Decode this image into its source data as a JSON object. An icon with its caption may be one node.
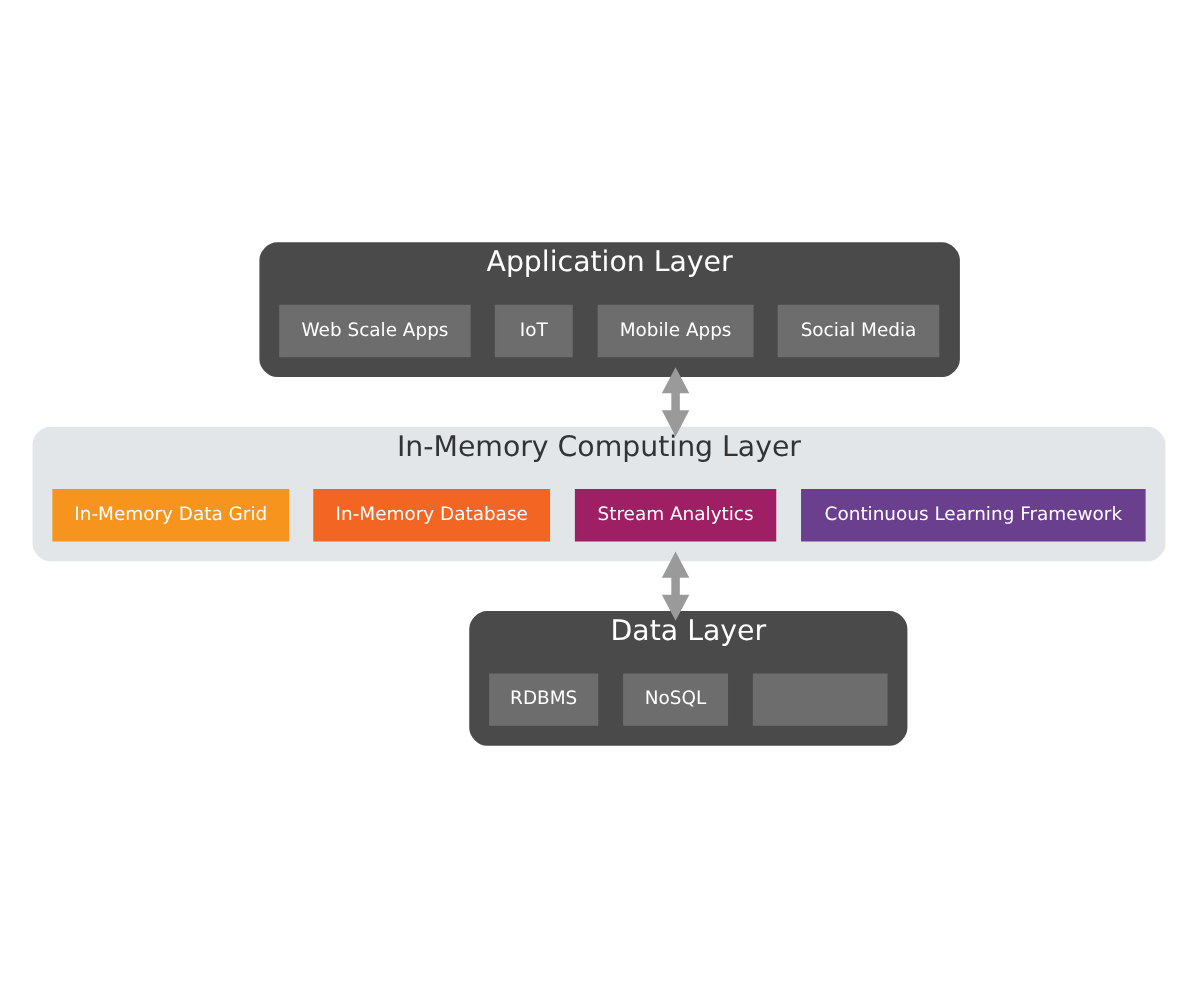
{
  "diagram": {
    "nodes": [
      {
        "text": [
          "Application Layer"
        ]
      },
      {
        "text": [
          "Web Scale Apps"
        ],
        "in": 0
      },
      {
        "text": [
          "IoT"
        ],
        "in": 0
      },
      {
        "text": [
          "Mobile Apps"
        ],
        "in": 0
      },
      {
        "text": [
          "Social Media"
        ],
        "in": 0
      },
      {
        "text": [
          "In-Memory Computing Layer"
        ]
      },
      {
        "text": [
          "In-Memory Data Grid"
        ],
        "in": 5
      },
      {
        "text": [
          "In-Memory Database"
        ],
        "in": 5
      },
      {
        "text": [
          "Stream Analytics"
        ],
        "in": 5
      },
      {
        "text": [
          "Continuous Learning Framework"
        ],
        "in": 5
      },
      {
        "text": [
          "Data Layer"
        ]
      },
      {
        "text": [
          "RDBMS"
        ],
        "in": 10
      },
      {
        "text": [
          "NoSQL"
        ],
        "in": 10
      },
      {
        "text": [],
        "shape": "box",
        "in": 10
      }
    ],
    "edges": [
      {
        "from": 0,
        "to": 5,
        "arrow": "both"
      },
      {
        "from": 5,
        "to": 10,
        "arrow": "both"
      }
    ]
  }
}
